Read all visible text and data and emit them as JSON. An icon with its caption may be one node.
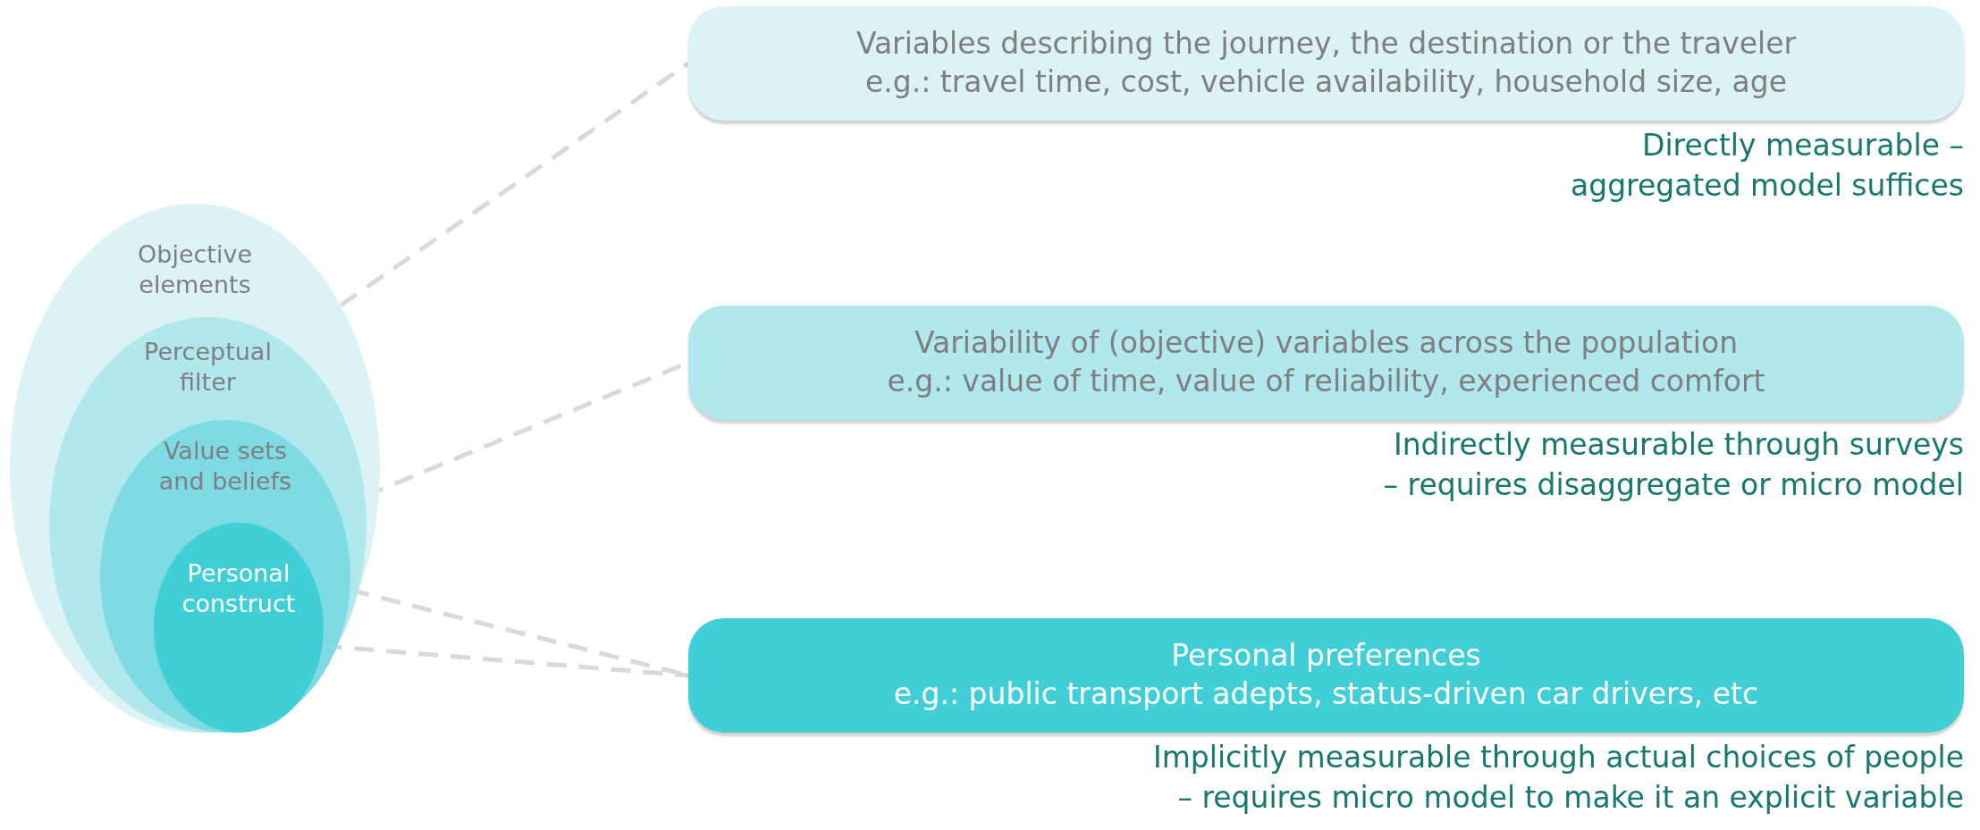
{
  "diagram": {
    "nodes": [
      {
        "text": [
          "Objective elements"
        ]
      },
      {
        "text": [
          "Perceptual filter"
        ],
        "in": 0
      },
      {
        "text": [
          "Value sets and beliefs"
        ],
        "in": 1
      },
      {
        "text": [
          "Personal construct"
        ],
        "in": 2
      },
      {
        "text": [
          "Variables describing the journey, the destination or the traveler",
          "e.g.: travel time, cost, vehicle availability, household size, age"
        ],
        "beside": [
          "Directly measurable – aggregated model suffices"
        ]
      },
      {
        "text": [
          "Variability of (objective) variables across the population",
          "e.g.: value of time, value of reliability, experienced comfort"
        ],
        "beside": [
          "Indirectly measurable through surveys – requires disaggregate or micro model"
        ]
      },
      {
        "text": [
          "Personal preferences",
          "e.g.: public transport adepts, status-driven car drivers, etc"
        ],
        "beside": [
          "Implicitly measurable through actual choices of people – requires micro model to make it an explicit variable"
        ]
      }
    ],
    "edges": [
      {
        "from": 0,
        "to": 4,
        "arrow": "none",
        "style": "dashed"
      },
      {
        "from": 1,
        "to": 5,
        "arrow": "none",
        "style": "dashed"
      },
      {
        "from": 2,
        "to": 6,
        "arrow": "none",
        "style": "dashed"
      },
      {
        "from": 3,
        "to": 6,
        "arrow": "none",
        "style": "dashed"
      }
    ]
  }
}
